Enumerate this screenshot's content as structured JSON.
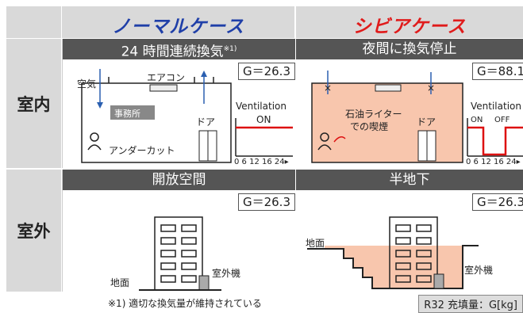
{
  "header": {
    "normal": "ノーマルケース",
    "severe": "シビアケース"
  },
  "rows": {
    "indoor": "室内",
    "outdoor": "室外"
  },
  "indoor_normal": {
    "bar_title": "24 時間連続換気",
    "bar_note": "※1)",
    "g_value": "G＝26.3",
    "air": "空気",
    "aircon": "エアコン",
    "office": "事務所",
    "door": "ドア",
    "undercut": "アンダーカット",
    "vent_title": "Ventilation",
    "vent_state": "ON",
    "axis_ticks": "0  6  12  16  24▸"
  },
  "indoor_severe": {
    "bar_title": "夜間に換気停止",
    "g_value": "G＝88.1",
    "smoking_line1": "石油ライター",
    "smoking_line2": "での喫煙",
    "door": "ドア",
    "vent_title": "Ventilation",
    "vent_on": "ON",
    "vent_off": "OFF",
    "axis_ticks": "0  6  12  16  24▸"
  },
  "outdoor_normal": {
    "bar_title": "開放空間",
    "g_value": "G＝26.3",
    "unit": "室外機",
    "ground": "地面"
  },
  "outdoor_severe": {
    "bar_title": "半地下",
    "g_value": "G＝26.3",
    "unit": "室外機",
    "ground": "地面"
  },
  "footnote": "※1) 適切な換気量が維持されている",
  "legend": "R32 充填量：G[kg]",
  "colors": {
    "normal": "#1f3fa8",
    "severe": "#e01b1b",
    "room_fill": "#f8c6ad",
    "arrow": "#2a5fb0",
    "ventline": "#d11"
  }
}
